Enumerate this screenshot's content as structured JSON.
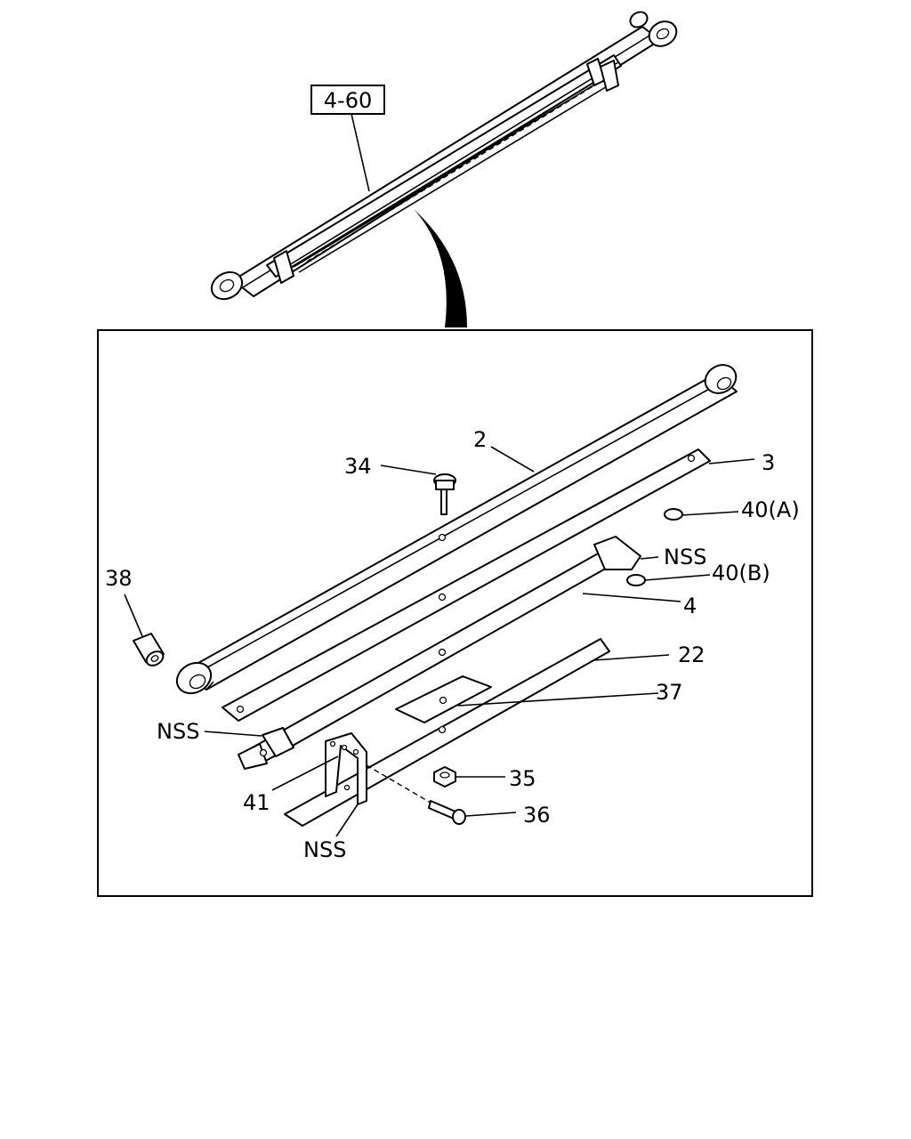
{
  "diagram": {
    "ref_box_label": "4-60",
    "callouts": {
      "c2": "2",
      "c3": "3",
      "c4": "4",
      "c22": "22",
      "c34": "34",
      "c35": "35",
      "c36": "36",
      "c37": "37",
      "c38": "38",
      "c40a": "40(A)",
      "c40b": "40(B)",
      "c41": "41",
      "nss_top": "NSS",
      "nss_left": "NSS",
      "nss_bottom": "NSS"
    }
  }
}
